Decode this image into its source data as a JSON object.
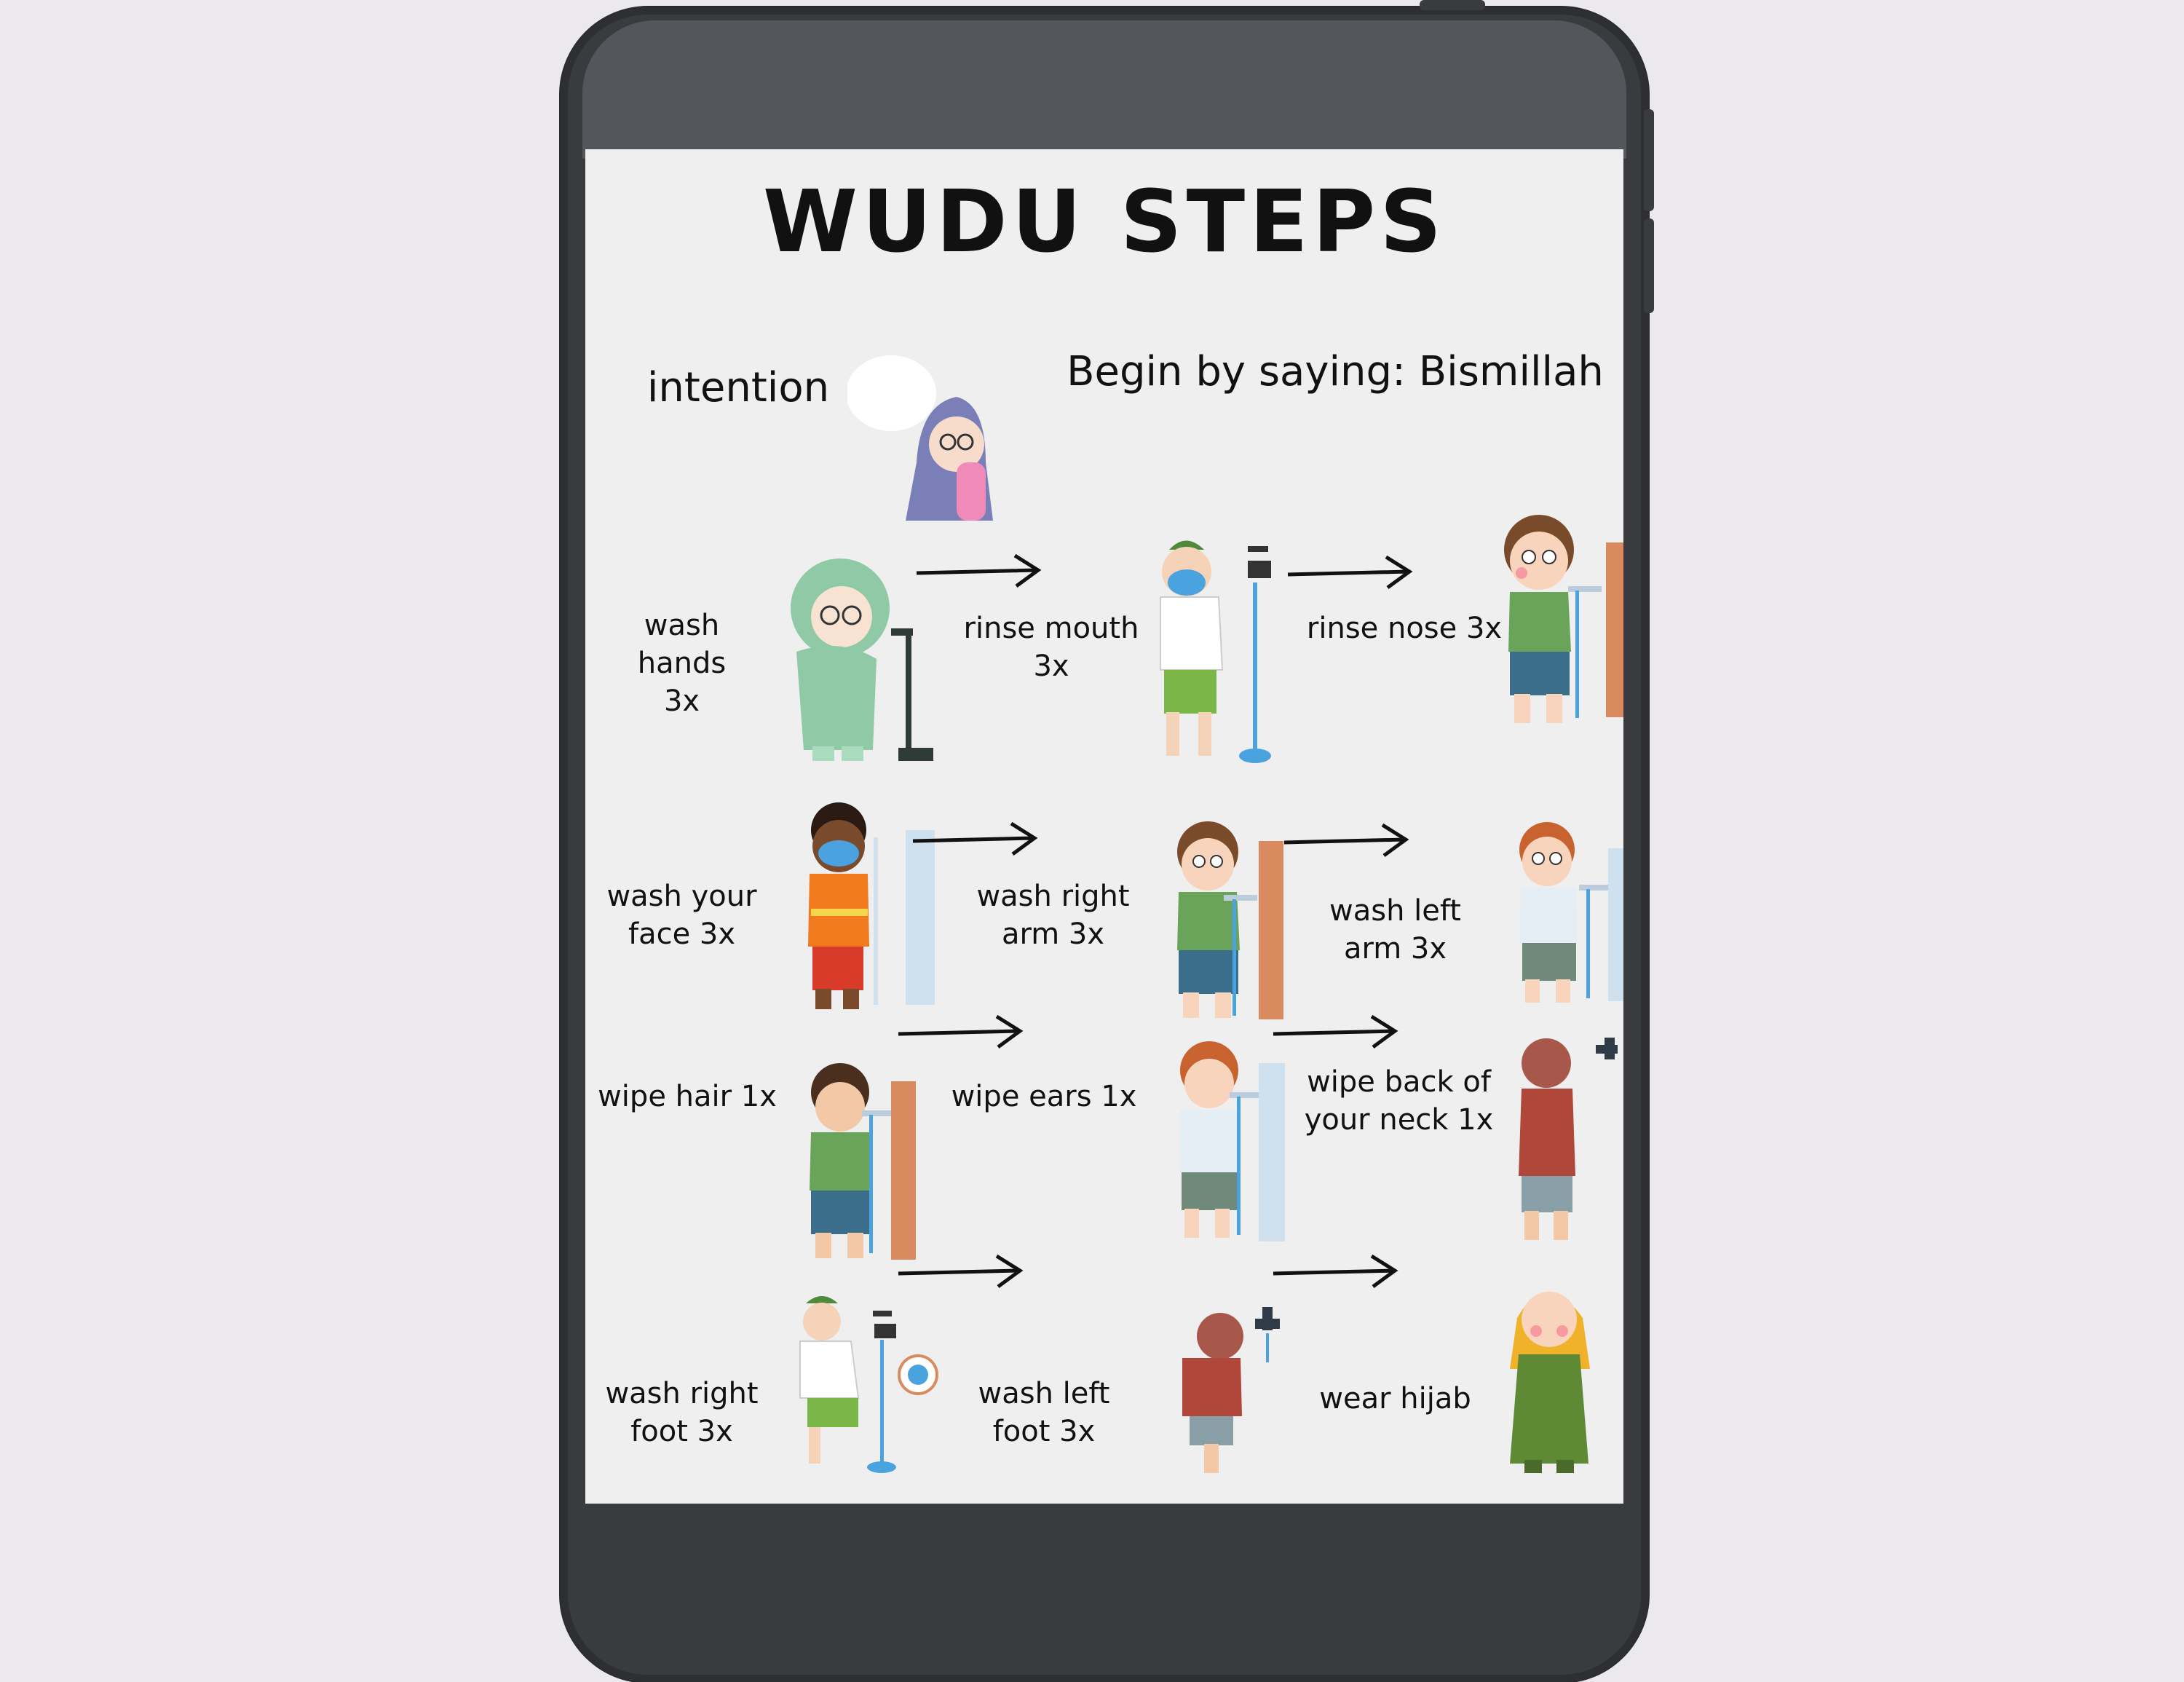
{
  "title": "WUDU STEPS",
  "intention": {
    "label": "intention",
    "bismillah": "Begin by saying: Bismillah"
  },
  "steps": [
    {
      "line1": "wash hands",
      "line2": "3x"
    },
    {
      "line1": "rinse mouth",
      "line2": "3x"
    },
    {
      "line1": "rinse nose 3x",
      "line2": ""
    },
    {
      "line1": "wash your",
      "line2": "face 3x"
    },
    {
      "line1": "wash right",
      "line2": "arm 3x"
    },
    {
      "line1": "wash left",
      "line2": "arm 3x"
    },
    {
      "line1": "wipe hair 1x",
      "line2": ""
    },
    {
      "line1": "wipe ears 1x",
      "line2": ""
    },
    {
      "line1": "wipe back of",
      "line2": "your neck 1x"
    },
    {
      "line1": "wash right",
      "line2": "foot 3x"
    },
    {
      "line1": "wash left",
      "line2": "foot 3x"
    },
    {
      "line1": "wear hijab",
      "line2": ""
    }
  ],
  "colors": {
    "device": "#3a3b3f",
    "screen": "#efefef",
    "water": "#4aa3df",
    "pole": "#d98b5f",
    "panel": "#cfe0ee"
  },
  "icons": [
    "thought-bubble-icon",
    "arrow-right-icon",
    "faucet-icon",
    "child-figure-icon"
  ]
}
